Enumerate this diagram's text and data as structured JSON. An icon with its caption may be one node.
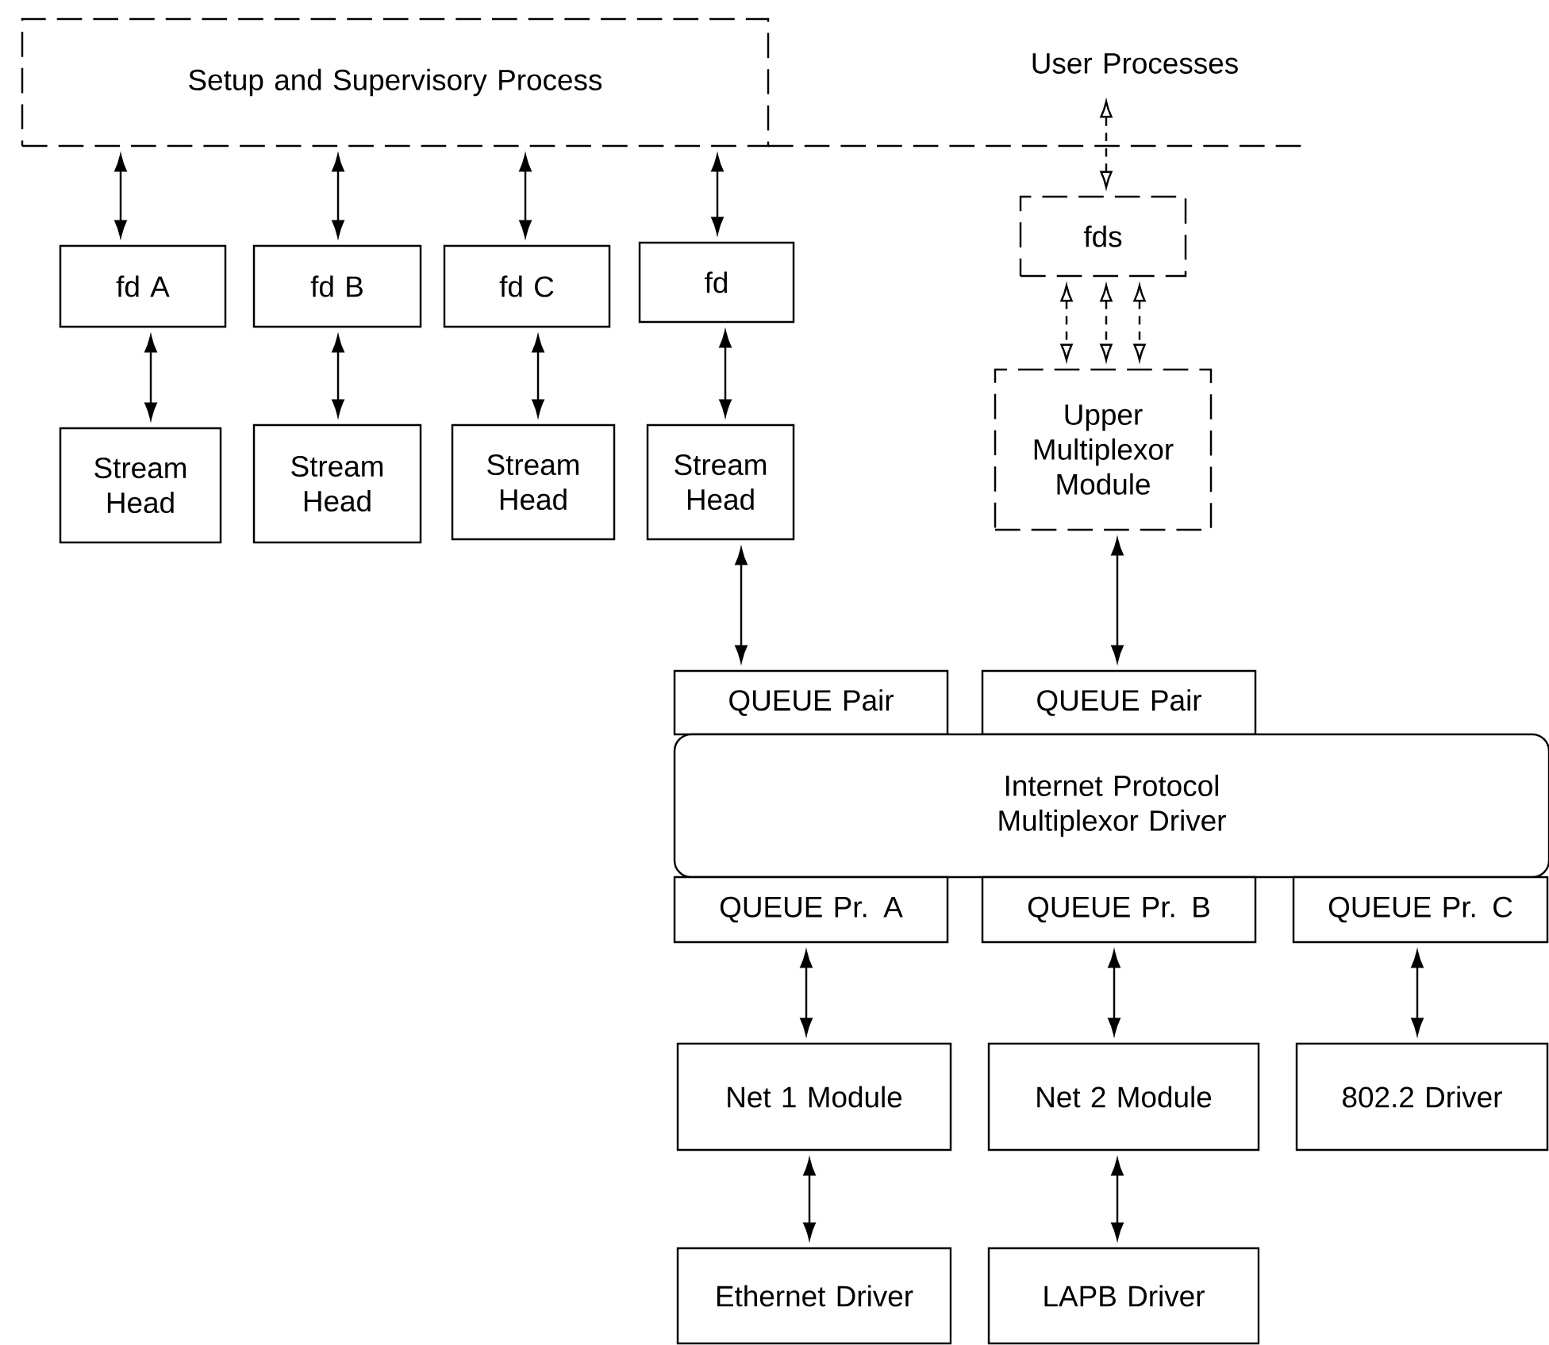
{
  "diagram": {
    "nodes": [
      {
        "text": [
          "Setup and Supervisory Process"
        ]
      },
      {
        "text": [
          "User Processes"
        ]
      },
      {
        "text": [
          "fd A"
        ]
      },
      {
        "text": [
          "fd B"
        ]
      },
      {
        "text": [
          "fd C"
        ]
      },
      {
        "text": [
          "fd"
        ]
      },
      {
        "text": [
          "fds"
        ]
      },
      {
        "text": [
          "Stream Head"
        ]
      },
      {
        "text": [
          "Stream Head"
        ]
      },
      {
        "text": [
          "Stream Head"
        ]
      },
      {
        "text": [
          "Stream Head"
        ]
      },
      {
        "text": [
          "Upper Multiplexor Module"
        ]
      },
      {
        "text": [
          "QUEUE Pair"
        ]
      },
      {
        "text": [
          "QUEUE Pair"
        ]
      },
      {
        "text": [
          "Internet Protocol Multiplexor Driver"
        ]
      },
      {
        "text": [
          "QUEUE Pr. A"
        ]
      },
      {
        "text": [
          "QUEUE Pr. B"
        ]
      },
      {
        "text": [
          "QUEUE Pr. C"
        ]
      },
      {
        "text": [
          "Net 1 Module"
        ]
      },
      {
        "text": [
          "Net 2 Module"
        ]
      },
      {
        "text": [
          "802.2 Driver"
        ]
      },
      {
        "text": [
          "Ethernet Driver"
        ]
      },
      {
        "text": [
          "LAPB Driver"
        ]
      }
    ],
    "edges": [
      {
        "from": 0,
        "to": 2,
        "arrow": "both"
      },
      {
        "from": 0,
        "to": 3,
        "arrow": "both"
      },
      {
        "from": 0,
        "to": 4,
        "arrow": "both"
      },
      {
        "from": 0,
        "to": 5,
        "arrow": "both"
      },
      {
        "from": 6,
        "to": 1,
        "arrow": "both",
        "style": "dashed"
      },
      {
        "from": 2,
        "to": 7,
        "arrow": "both"
      },
      {
        "from": 3,
        "to": 8,
        "arrow": "both"
      },
      {
        "from": 4,
        "to": 9,
        "arrow": "both"
      },
      {
        "from": 5,
        "to": 10,
        "arrow": "both"
      },
      {
        "from": 6,
        "to": 11,
        "arrow": "both",
        "style": "dashed"
      },
      {
        "from": 6,
        "to": 11,
        "arrow": "both",
        "style": "dashed"
      },
      {
        "from": 6,
        "to": 11,
        "arrow": "both",
        "style": "dashed"
      },
      {
        "from": 10,
        "to": 12,
        "arrow": "both"
      },
      {
        "from": 11,
        "to": 13,
        "arrow": "both"
      },
      {
        "from": 15,
        "to": 18,
        "arrow": "both"
      },
      {
        "from": 16,
        "to": 19,
        "arrow": "both"
      },
      {
        "from": 17,
        "to": 20,
        "arrow": "both"
      },
      {
        "from": 18,
        "to": 21,
        "arrow": "both"
      },
      {
        "from": 19,
        "to": 22,
        "arrow": "both"
      }
    ]
  }
}
